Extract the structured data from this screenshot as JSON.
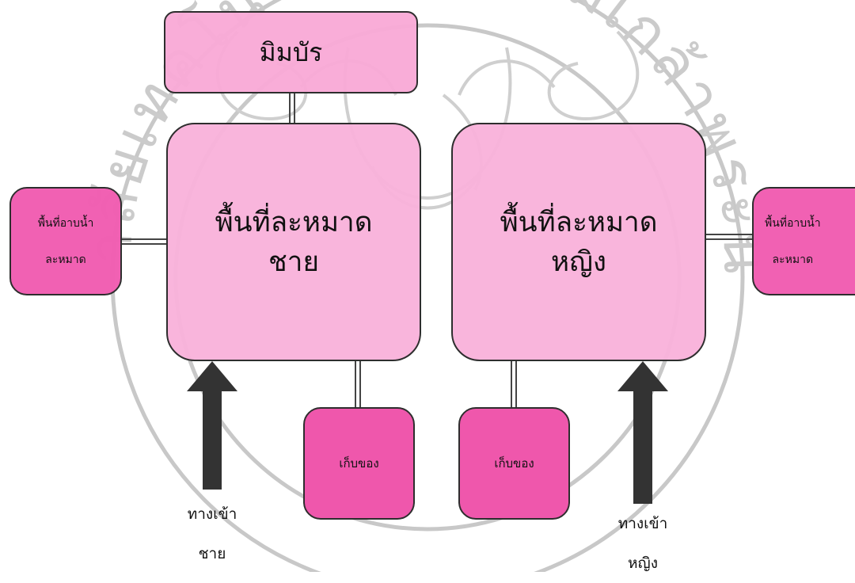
{
  "diagram": {
    "prayer_hall_men": "พื้นที่ละหมาด\nชาย",
    "prayer_hall_women": "พื้นที่ละหมาด\nหญิง",
    "minbar": "มิมบัร",
    "ablution_men": "พื้นที่อาบน้ำ\nละหมาด",
    "ablution_women": "พื้นที่อาบน้ำ\nละหมาด",
    "storage_men": "เก็บของ",
    "storage_women": "เก็บของ",
    "entrance_men": "ทางเข้า\nชาย",
    "entrance_women": "ทางเข้า\nหญิง"
  },
  "colors": {
    "main_fill": "#f9b2db",
    "side_fill": "#f15cb1",
    "store_fill": "#ef57ac",
    "arrow_fill": "#333333",
    "watermark": "#c8c8c8"
  },
  "watermark": {
    "text": "มหาวิทยาลัยเทคโนโลยีพระจอมเกล้าพระนครเหนือ"
  }
}
